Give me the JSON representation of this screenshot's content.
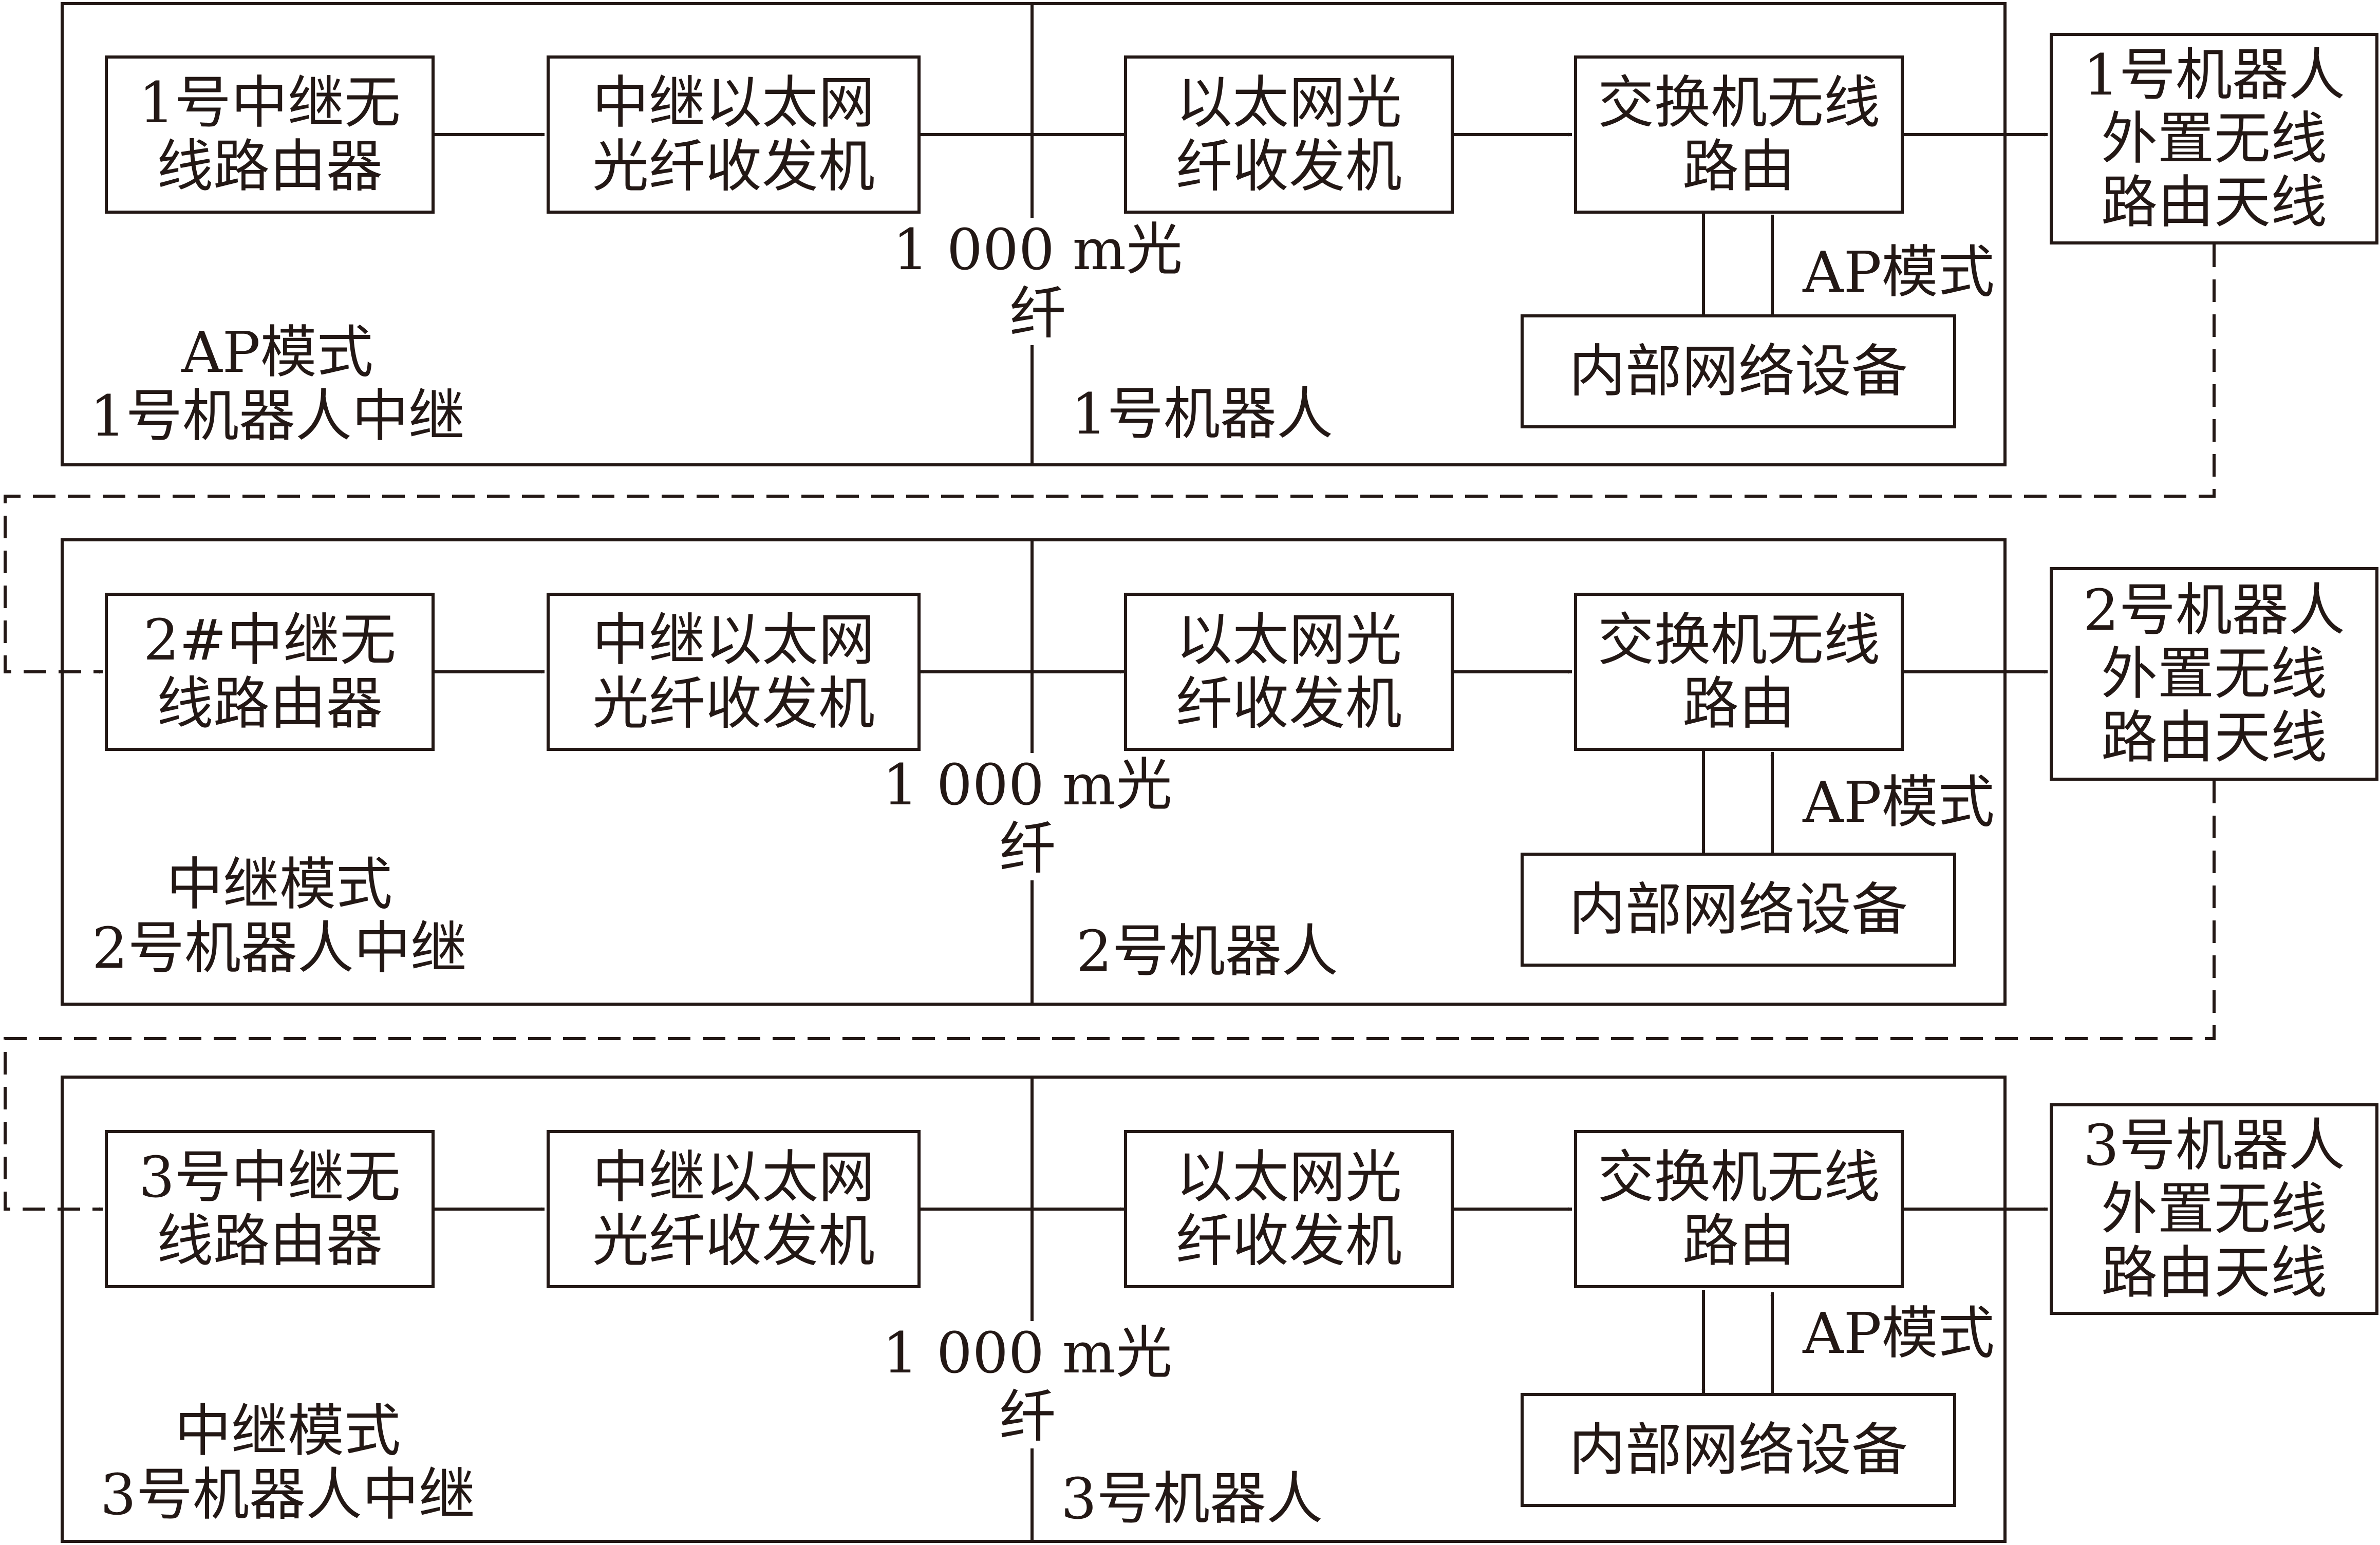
{
  "rows": [
    {
      "repeater_box": "1号中继无\n线路由器",
      "relay_transceiver": "中继以太网\n光纤收发机",
      "robot_transceiver": "以太网光\n纤收发机",
      "switch_router": "交换机无线\n路由",
      "internal_device": "内部网络设备",
      "ap_mode": "AP模式",
      "fiber_label": "1 000 m光纤",
      "left_caption": "AP模式\n1号机器人中继",
      "right_caption": "1号机器人",
      "antenna": "1号机器人\n外置无线\n路由天线"
    },
    {
      "repeater_box": "2#中继无\n线路由器",
      "relay_transceiver": "中继以太网\n光纤收发机",
      "robot_transceiver": "以太网光\n纤收发机",
      "switch_router": "交换机无线\n路由",
      "internal_device": "内部网络设备",
      "ap_mode": "AP模式",
      "fiber_label": "1 000 m光纤",
      "left_caption": "中继模式\n2号机器人中继",
      "right_caption": "2号机器人",
      "antenna": "2号机器人\n外置无线\n路由天线"
    },
    {
      "repeater_box": "3号中继无\n线路由器",
      "relay_transceiver": "中继以太网\n光纤收发机",
      "robot_transceiver": "以太网光\n纤收发机",
      "switch_router": "交换机无线\n路由",
      "internal_device": "内部网络设备",
      "ap_mode": "AP模式",
      "fiber_label": "1 000 m光纤",
      "left_caption": "中继模式\n3号机器人中继",
      "right_caption": "3号机器人",
      "antenna": "3号机器人\n外置无线\n路由天线"
    }
  ]
}
